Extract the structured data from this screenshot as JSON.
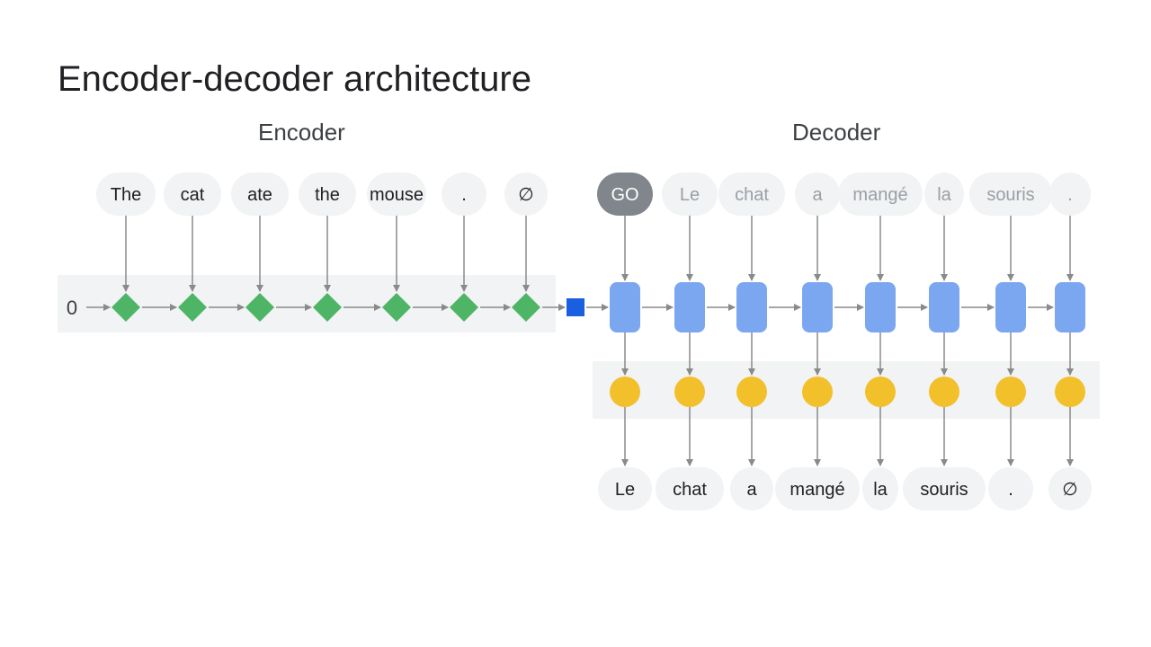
{
  "title": "Encoder-decoder architecture",
  "encoder": {
    "label": "Encoder",
    "initial_state": "0",
    "tokens": [
      "The",
      "cat",
      "ate",
      "the",
      "mouse",
      ".",
      "∅"
    ]
  },
  "decoder": {
    "label": "Decoder",
    "inputs": [
      "GO",
      "Le",
      "chat",
      "a",
      "mangé",
      "la",
      "souris",
      "."
    ],
    "outputs": [
      "Le",
      "chat",
      "a",
      "mangé",
      "la",
      "souris",
      ".",
      "∅"
    ]
  },
  "colors": {
    "encoder_cell": "#4fb566",
    "context_vector": "#1a5fe0",
    "decoder_cell": "#7ba7f0",
    "output_node": "#f2c02a",
    "go_token": "#80868b",
    "pill": "#f1f3f4",
    "band": "#f1f3f4",
    "arrow": "#8a8a8a",
    "faded_text": "#9aa0a6"
  },
  "icons": {
    "encoder_cell": "diamond-icon",
    "context_vector": "square-icon",
    "decoder_cell": "rounded-rect-icon",
    "output_node": "circle-icon"
  }
}
